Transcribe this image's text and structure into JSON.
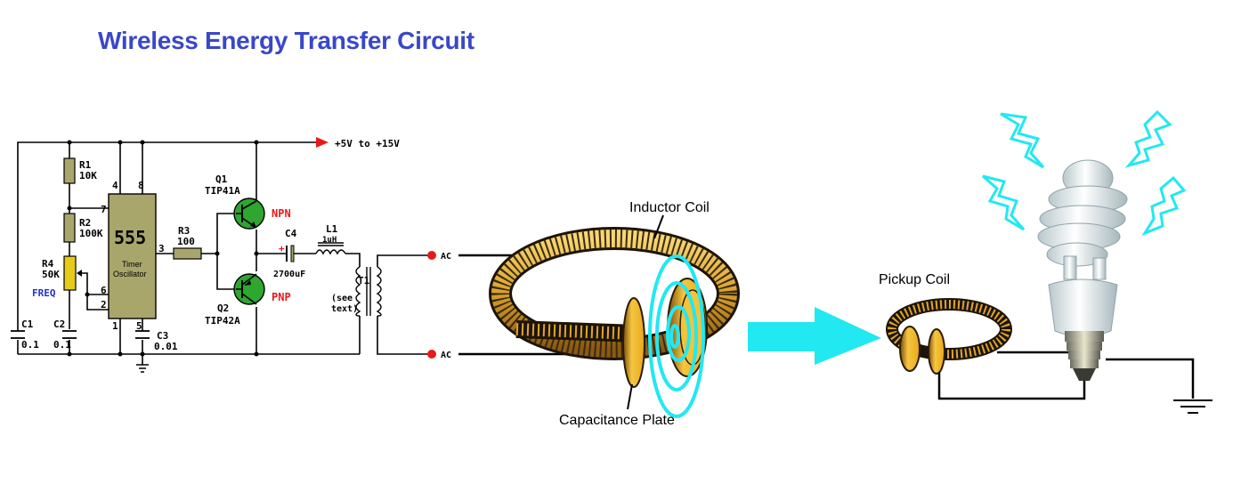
{
  "title": "Wireless Energy Transfer Circuit",
  "supply": "+5V to +15V",
  "ic": {
    "name": "555",
    "desc_line1": "Timer",
    "desc_line2": "Oscillator",
    "pins": [
      "4",
      "8",
      "7",
      "6",
      "2",
      "1",
      "5",
      "3"
    ]
  },
  "components": {
    "r1": {
      "name": "R1",
      "value": "10K"
    },
    "r2": {
      "name": "R2",
      "value": "100K"
    },
    "r3": {
      "name": "R3",
      "value": "100"
    },
    "r4": {
      "name": "R4",
      "value": "50K",
      "note": "FREQ"
    },
    "c1": {
      "name": "C1",
      "value": "0.1"
    },
    "c2": {
      "name": "C2",
      "value": "0.1"
    },
    "c3": {
      "name": "C3",
      "value": "0.01"
    },
    "c4": {
      "name": "C4",
      "value": "2700uF",
      "polarity": "+"
    },
    "l1": {
      "name": "L1",
      "value": "1uH"
    },
    "t1": {
      "name": "T1",
      "note_line1": "(see",
      "note_line2": "text)"
    },
    "q1": {
      "name": "Q1",
      "part": "TIP41A",
      "type": "NPN"
    },
    "q2": {
      "name": "Q2",
      "part": "TIP42A",
      "type": "PNP"
    }
  },
  "ac_label": "AC",
  "labels": {
    "inductor_coil": "Inductor Coil",
    "capacitance_plate": "Capacitance Plate",
    "pickup_coil": "Pickup Coil"
  },
  "colors": {
    "title": "#3a47c9",
    "wire": "#000000",
    "accent_red": "#e8191a",
    "freq_blue": "#2332c8",
    "chip": "#a9a66c",
    "resistor": "#a9a66c",
    "potentiometer": "#e6cc18",
    "transistor": "#2fa62f",
    "field": "#22e8f2",
    "coil_gold": "#e8b632",
    "coil_dark": "#3a2a10"
  }
}
